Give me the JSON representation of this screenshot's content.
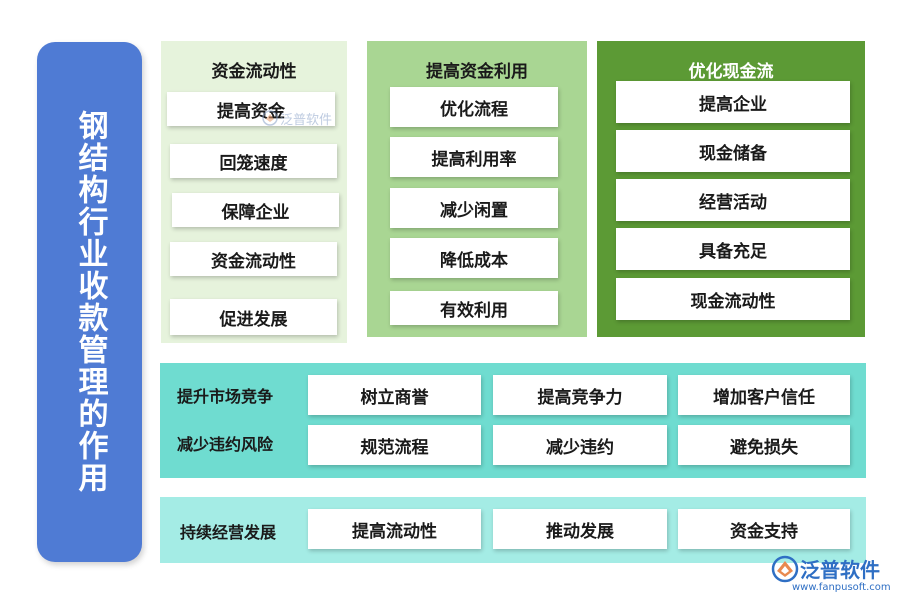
{
  "side_title": "钢结构行业收款管理的作用",
  "panels": [
    {
      "title": "资金流动性",
      "items": [
        "提高资金",
        "回笼速度",
        "保障企业",
        "资金流动性",
        "促进发展"
      ]
    },
    {
      "title": "提高资金利用",
      "items": [
        "优化流程",
        "提高利用率",
        "减少闲置",
        "降低成本",
        "有效利用"
      ]
    },
    {
      "title": "优化现金流",
      "items": [
        "提高企业",
        "现金储备",
        "经营活动",
        "具备充足",
        "现金流动性"
      ]
    }
  ],
  "band1": {
    "row1": {
      "label": "提升市场竞争",
      "items": [
        "树立商誉",
        "提高竞争力",
        "增加客户信任"
      ]
    },
    "row2": {
      "label": "减少违约风险",
      "items": [
        "规范流程",
        "减少违约",
        "避免损失"
      ]
    }
  },
  "band2": {
    "label": "持续经营发展",
    "items": [
      "提高流动性",
      "推动发展",
      "资金支持"
    ]
  },
  "logo": {
    "name": "泛普软件",
    "url": "www.fanpusoft.com",
    "icon": "fanpu-logo-icon"
  },
  "watermark": {
    "name": "泛普软件"
  },
  "colors": {
    "side_title_bg": "#4f7bd4",
    "panel1_bg": "#e6f3dc",
    "panel2_bg": "#a9d693",
    "panel3_bg": "#5c9a35",
    "band1_bg": "#6fdcd0",
    "band2_bg": "#a4ece5",
    "logo_blue": "#2f6fc4"
  }
}
